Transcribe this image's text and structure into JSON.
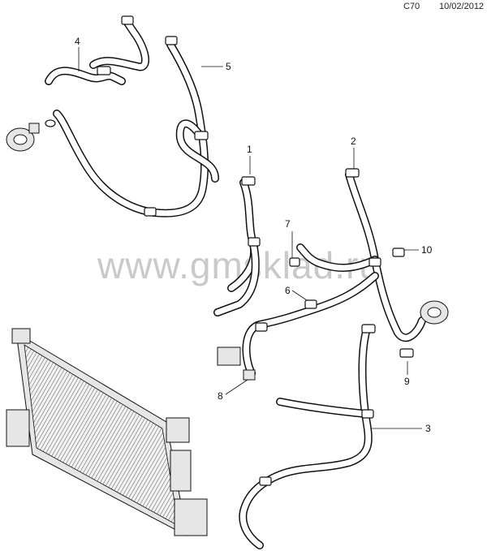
{
  "header": {
    "diagram_code": "C70",
    "date": "10/02/2012"
  },
  "watermark": {
    "text": "www.gmsklad.ru"
  },
  "callouts": [
    {
      "id": "callout-1",
      "label": "1"
    },
    {
      "id": "callout-2",
      "label": "2"
    },
    {
      "id": "callout-3",
      "label": "3"
    },
    {
      "id": "callout-4",
      "label": "4"
    },
    {
      "id": "callout-5",
      "label": "5"
    },
    {
      "id": "callout-6",
      "label": "6"
    },
    {
      "id": "callout-7",
      "label": "7"
    },
    {
      "id": "callout-8",
      "label": "8"
    },
    {
      "id": "callout-9",
      "label": "9"
    },
    {
      "id": "callout-10",
      "label": "10"
    }
  ]
}
